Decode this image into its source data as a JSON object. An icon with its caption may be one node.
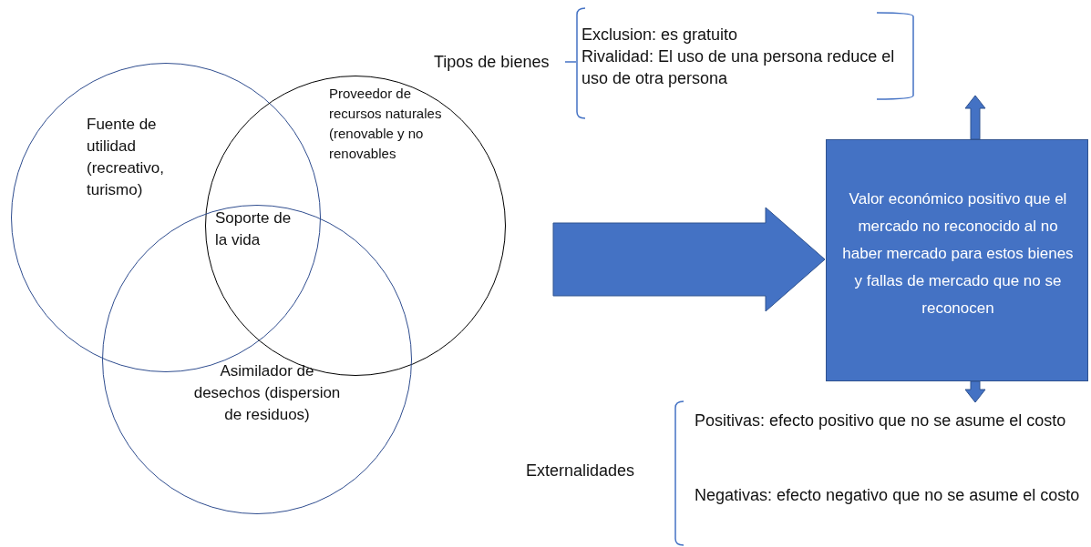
{
  "diagram": {
    "nodes": [
      {
        "text": [
          "Fuente de utilidad (recreativo, turismo)"
        ]
      },
      {
        "text": [
          "Proveedor de recursos naturales (renovable y no renovables"
        ]
      },
      {
        "text": [
          "Asimilador de desechos (dispersion de residuos)"
        ]
      },
      {
        "text": [
          "Valor económico positivo que el mercado no reconocido al no haber mercado para estos  bienes y fallas  de mercado que no se reconocen"
        ]
      },
      {
        "text": [
          "Exclusion: es gratuito",
          "Rivalidad: El uso de una persona reduce el uso de otra persona"
        ]
      },
      {
        "text": [
          "Positivas: efecto positivo que no se asume el costo",
          "Negativas: efecto negativo que no se asume el costo"
        ],
        "beside": [
          "Externalidades"
        ]
      }
    ],
    "edges": [
      {
        "from": null,
        "to": 3,
        "arrow": "to"
      },
      {
        "from": 3,
        "to": 4,
        "arrow": "to"
      },
      {
        "from": 3,
        "to": 5,
        "arrow": "to"
      }
    ],
    "labels": [
      "Tipos de bienes",
      "Soporte de la vida"
    ]
  }
}
